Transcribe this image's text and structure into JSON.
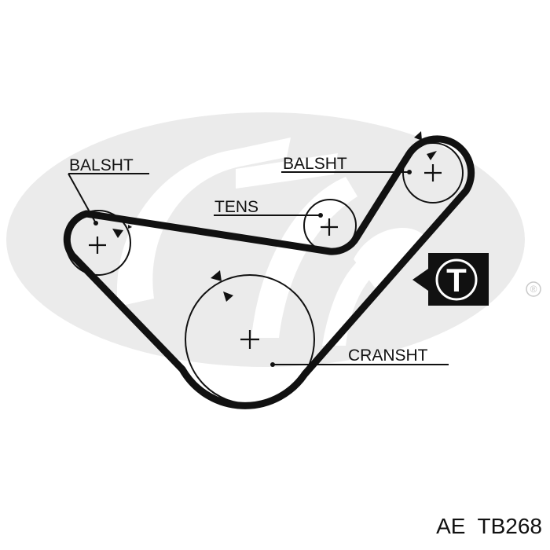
{
  "labels": {
    "balsht_left": "BALSHT",
    "balsht_right": "BALSHT",
    "tens": "TENS",
    "cransht": "CRANSHT"
  },
  "badge": {
    "letter": "T"
  },
  "part_code": "AE  TB268",
  "watermark": {
    "registered_mark": "®"
  },
  "colors": {
    "belt": "#111111",
    "watermark": "#ebebeb",
    "background": "#ffffff"
  }
}
